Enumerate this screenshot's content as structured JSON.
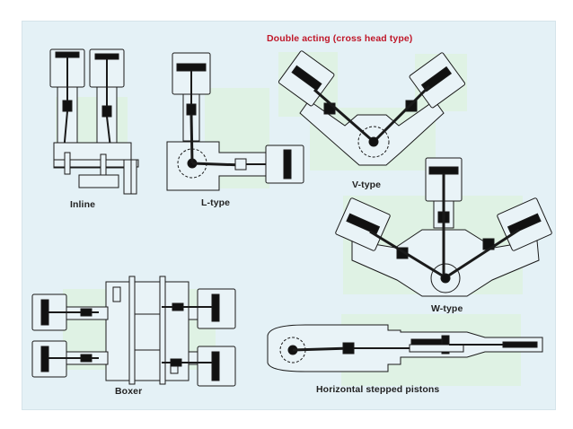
{
  "title": "Double acting (cross head type)",
  "labels": {
    "inline": "Inline",
    "ltype": "L-type",
    "vtype": "V-type",
    "wtype": "W-type",
    "boxer": "Boxer",
    "horizontal": "Horizontal stepped pistons"
  },
  "colors": {
    "background": "#e4f1f6",
    "highlight": "#dff2e4",
    "outline": "#1a1a1a",
    "machine": "#e9f3f7",
    "title": "#c0182a"
  }
}
